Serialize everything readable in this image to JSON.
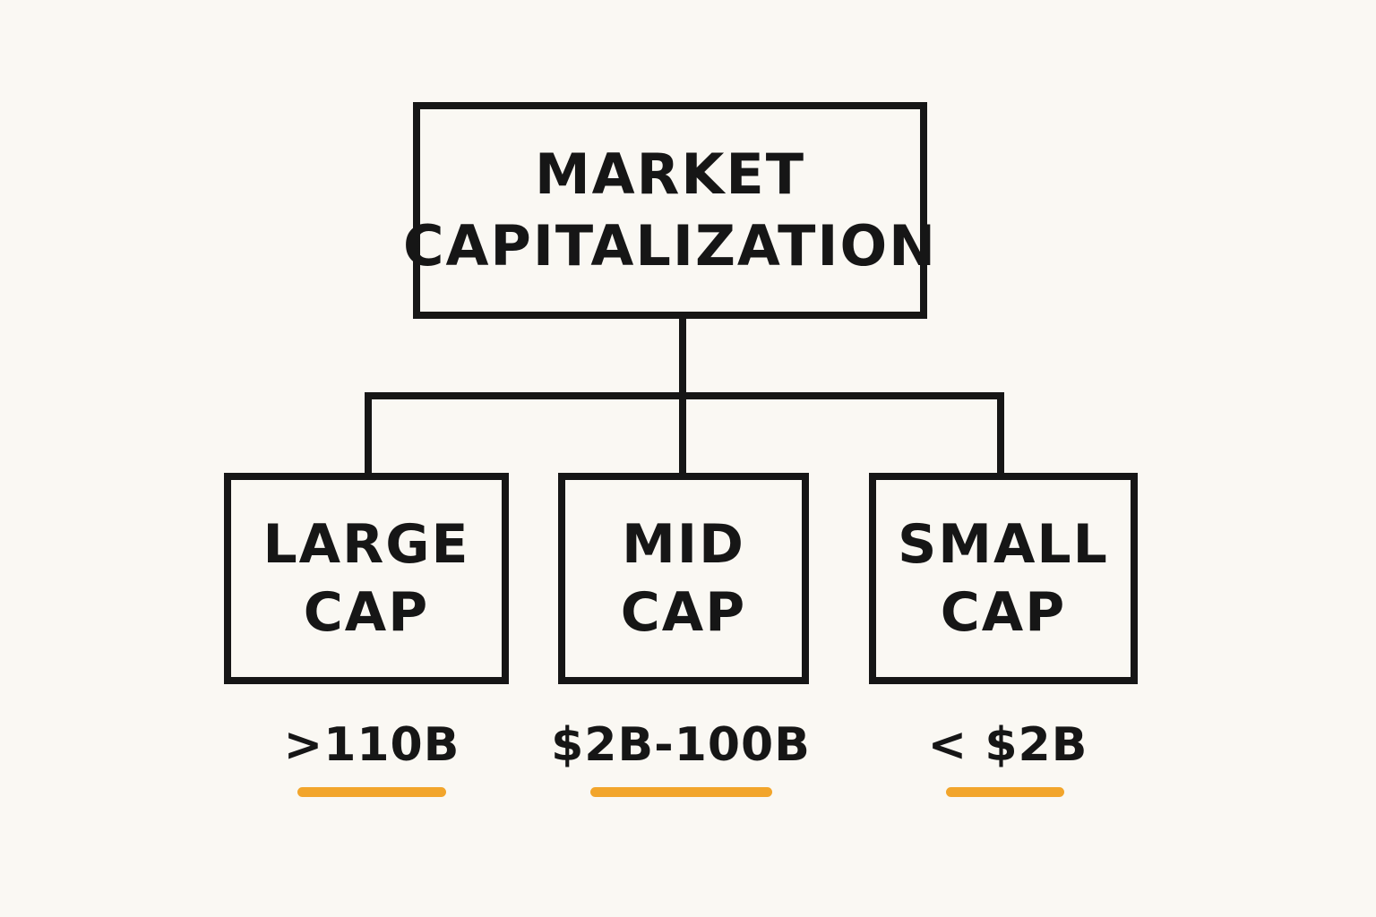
{
  "colors": {
    "background": "#faf8f3",
    "line": "#161616",
    "accent": "#f2a52b"
  },
  "root": {
    "line1": "MARKET",
    "line2": "CAPITALIZATION"
  },
  "categories": [
    {
      "id": "large",
      "line1": "LARGE",
      "line2": "CAP",
      "range": ">110B"
    },
    {
      "id": "mid",
      "line1": "MID",
      "line2": "CAP",
      "range": "$2B-100B"
    },
    {
      "id": "small",
      "line1": "SMALL",
      "line2": "CAP",
      "range": "< $2B"
    }
  ]
}
